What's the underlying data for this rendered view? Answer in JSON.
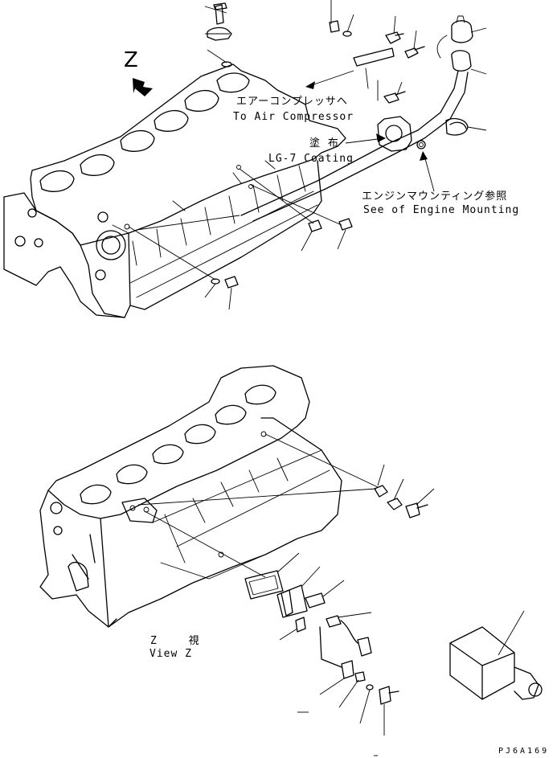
{
  "labels": {
    "view_marker": "Z",
    "air_compressor_jp": "エアーコンプレッサヘ",
    "air_compressor_en": "To Air Compressor",
    "coating_jp": "塗 布",
    "coating_en": "LG-7 Coating",
    "engine_mounting_jp": "エンジンマウンティング参照",
    "engine_mounting_en": "See of Engine Mounting",
    "view_z_jp": "Z 視",
    "view_z_en": "View Z",
    "drawing_code": "PJ6A169"
  },
  "icons": {
    "view_arrow": "view-direction-arrow-icon"
  }
}
